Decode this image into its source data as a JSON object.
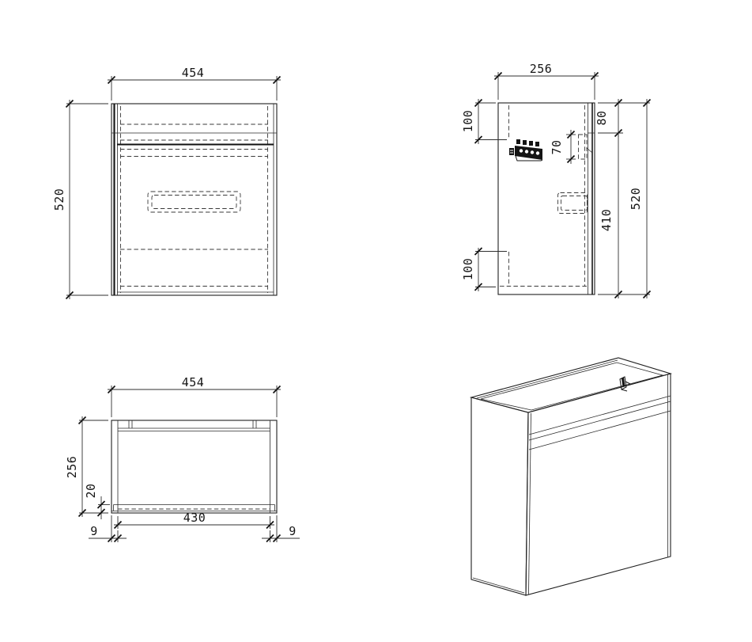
{
  "drawing": {
    "type": "cabinet-technical-drawing",
    "views": [
      "front",
      "side",
      "plan",
      "isometric"
    ],
    "line_color": "#1f1f1f",
    "background": "#ffffff"
  },
  "dims": {
    "front_width": "454",
    "front_height": "520",
    "side_depth": "256",
    "side_top_offset": "100",
    "side_rail": "80",
    "side_bracket": "70",
    "side_door": "410",
    "side_height": "520",
    "side_bottom_offset": "100",
    "plan_width": "454",
    "plan_depth": "256",
    "plan_door": "20",
    "plan_opening": "430",
    "plan_left": "9",
    "plan_right": "9"
  }
}
